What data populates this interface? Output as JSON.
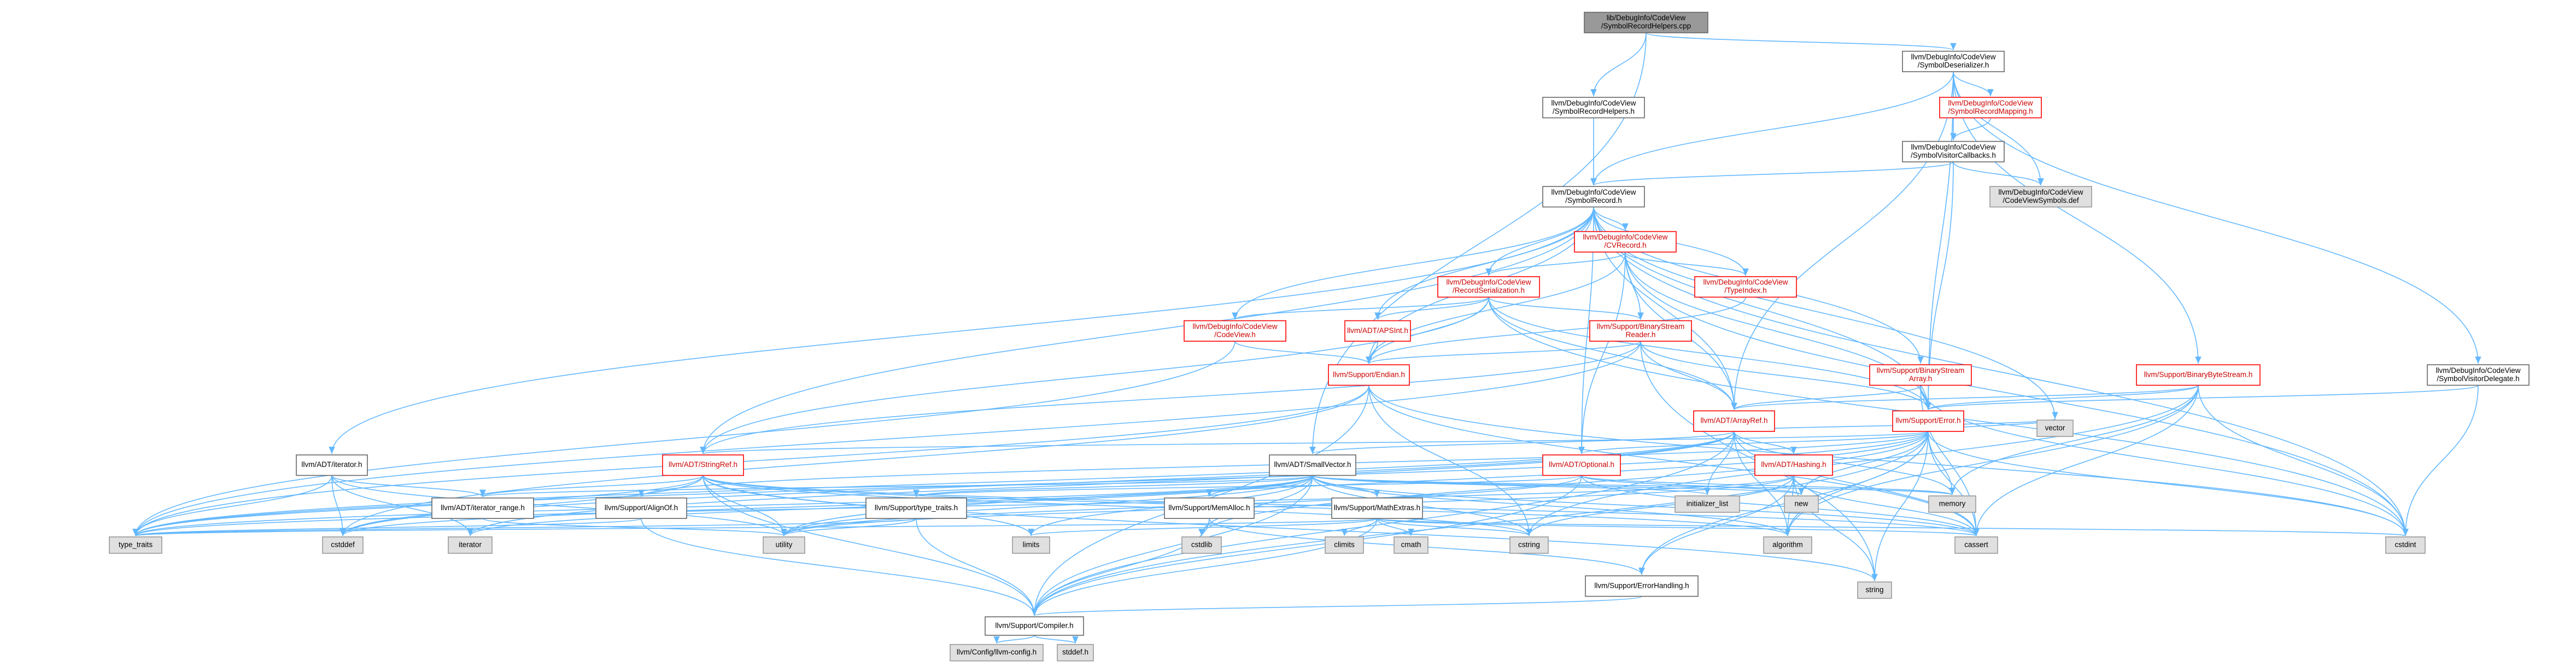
{
  "styles": {
    "focus": {
      "fill": "#999999",
      "stroke": "#666666",
      "text": "#000000"
    },
    "normal": {
      "fill": "#ffffff",
      "stroke": "#666666",
      "text": "#000000"
    },
    "truncated": {
      "fill": "#ffffff",
      "stroke": "#ff0000",
      "text": "#cc0000"
    },
    "external": {
      "fill": "#e0e0e0",
      "stroke": "#999999",
      "text": "#000000"
    },
    "edge_color": "#63b8ff"
  },
  "nodes": [
    {
      "id": "root",
      "lines": [
        "lib/DebugInfo/CodeView",
        "/SymbolRecordHelpers.cpp"
      ],
      "kind": "focus"
    },
    {
      "id": "deser",
      "lines": [
        "llvm/DebugInfo/CodeView",
        "/SymbolDeserializer.h"
      ],
      "kind": "normal"
    },
    {
      "id": "helpers",
      "lines": [
        "llvm/DebugInfo/CodeView",
        "/SymbolRecordHelpers.h"
      ],
      "kind": "normal"
    },
    {
      "id": "mapping",
      "lines": [
        "llvm/DebugInfo/CodeView",
        "/SymbolRecordMapping.h"
      ],
      "kind": "truncated"
    },
    {
      "id": "callbacks",
      "lines": [
        "llvm/DebugInfo/CodeView",
        "/SymbolVisitorCallbacks.h"
      ],
      "kind": "normal"
    },
    {
      "id": "cvsymdef",
      "lines": [
        "llvm/DebugInfo/CodeView",
        "/CodeViewSymbols.def"
      ],
      "kind": "external"
    },
    {
      "id": "symrec",
      "lines": [
        "llvm/DebugInfo/CodeView",
        "/SymbolRecord.h"
      ],
      "kind": "normal"
    },
    {
      "id": "cvrecord",
      "lines": [
        "llvm/DebugInfo/CodeView",
        "/CVRecord.h"
      ],
      "kind": "truncated"
    },
    {
      "id": "recser",
      "lines": [
        "llvm/DebugInfo/CodeView",
        "/RecordSerialization.h"
      ],
      "kind": "truncated"
    },
    {
      "id": "typeindex",
      "lines": [
        "llvm/DebugInfo/CodeView",
        "/TypeIndex.h"
      ],
      "kind": "truncated"
    },
    {
      "id": "codeview",
      "lines": [
        "llvm/DebugInfo/CodeView",
        "/CodeView.h"
      ],
      "kind": "truncated"
    },
    {
      "id": "apsint",
      "lines": [
        "llvm/ADT/APSInt.h"
      ],
      "kind": "truncated"
    },
    {
      "id": "bsreader",
      "lines": [
        "llvm/Support/BinaryStream",
        "Reader.h"
      ],
      "kind": "truncated"
    },
    {
      "id": "bsarray",
      "lines": [
        "llvm/Support/BinaryStream",
        "Array.h"
      ],
      "kind": "truncated"
    },
    {
      "id": "bytestream",
      "lines": [
        "llvm/Support/BinaryByteStream.h"
      ],
      "kind": "truncated"
    },
    {
      "id": "delegate",
      "lines": [
        "llvm/DebugInfo/CodeView",
        "/SymbolVisitorDelegate.h"
      ],
      "kind": "normal"
    },
    {
      "id": "endian",
      "lines": [
        "llvm/Support/Endian.h"
      ],
      "kind": "truncated"
    },
    {
      "id": "arrayref",
      "lines": [
        "llvm/ADT/ArrayRef.h"
      ],
      "kind": "truncated"
    },
    {
      "id": "error",
      "lines": [
        "llvm/Support/Error.h"
      ],
      "kind": "truncated"
    },
    {
      "id": "vector",
      "lines": [
        "vector"
      ],
      "kind": "external"
    },
    {
      "id": "iterator",
      "lines": [
        "llvm/ADT/iterator.h"
      ],
      "kind": "normal"
    },
    {
      "id": "stringref",
      "lines": [
        "llvm/ADT/StringRef.h"
      ],
      "kind": "truncated"
    },
    {
      "id": "smallvector",
      "lines": [
        "llvm/ADT/SmallVector.h"
      ],
      "kind": "normal"
    },
    {
      "id": "optional",
      "lines": [
        "llvm/ADT/Optional.h"
      ],
      "kind": "truncated"
    },
    {
      "id": "hashing",
      "lines": [
        "llvm/ADT/Hashing.h"
      ],
      "kind": "truncated"
    },
    {
      "id": "iterrange",
      "lines": [
        "llvm/ADT/iterator_range.h"
      ],
      "kind": "normal"
    },
    {
      "id": "alignof",
      "lines": [
        "llvm/Support/AlignOf.h"
      ],
      "kind": "normal"
    },
    {
      "id": "typetraits_h",
      "lines": [
        "llvm/Support/type_traits.h"
      ],
      "kind": "normal"
    },
    {
      "id": "memalloc",
      "lines": [
        "llvm/Support/MemAlloc.h"
      ],
      "kind": "normal"
    },
    {
      "id": "mathextras",
      "lines": [
        "llvm/Support/MathExtras.h"
      ],
      "kind": "normal"
    },
    {
      "id": "initlist",
      "lines": [
        "initializer_list"
      ],
      "kind": "external"
    },
    {
      "id": "new",
      "lines": [
        "new"
      ],
      "kind": "external"
    },
    {
      "id": "memory",
      "lines": [
        "memory"
      ],
      "kind": "external"
    },
    {
      "id": "type_traits",
      "lines": [
        "type_traits"
      ],
      "kind": "external"
    },
    {
      "id": "cstddef",
      "lines": [
        "cstddef"
      ],
      "kind": "external"
    },
    {
      "id": "iterator_std",
      "lines": [
        "iterator"
      ],
      "kind": "external"
    },
    {
      "id": "utility",
      "lines": [
        "utility"
      ],
      "kind": "external"
    },
    {
      "id": "limits",
      "lines": [
        "limits"
      ],
      "kind": "external"
    },
    {
      "id": "cstdlib",
      "lines": [
        "cstdlib"
      ],
      "kind": "external"
    },
    {
      "id": "climits",
      "lines": [
        "climits"
      ],
      "kind": "external"
    },
    {
      "id": "cmath",
      "lines": [
        "cmath"
      ],
      "kind": "external"
    },
    {
      "id": "cstring",
      "lines": [
        "cstring"
      ],
      "kind": "external"
    },
    {
      "id": "algorithm",
      "lines": [
        "algorithm"
      ],
      "kind": "external"
    },
    {
      "id": "cassert",
      "lines": [
        "cassert"
      ],
      "kind": "external"
    },
    {
      "id": "cstdint",
      "lines": [
        "cstdint"
      ],
      "kind": "external"
    },
    {
      "id": "errhandling",
      "lines": [
        "llvm/Support/ErrorHandling.h"
      ],
      "kind": "normal"
    },
    {
      "id": "string",
      "lines": [
        "string"
      ],
      "kind": "external"
    },
    {
      "id": "compiler",
      "lines": [
        "llvm/Support/Compiler.h"
      ],
      "kind": "normal"
    },
    {
      "id": "llvmconfig",
      "lines": [
        "llvm/Config/llvm-config.h"
      ],
      "kind": "external"
    },
    {
      "id": "stddef",
      "lines": [
        "stddef.h"
      ],
      "kind": "external"
    }
  ],
  "edges": [
    [
      "root",
      "deser"
    ],
    [
      "root",
      "helpers"
    ],
    [
      "root",
      "smallvector"
    ],
    [
      "deser",
      "mapping"
    ],
    [
      "deser",
      "callbacks"
    ],
    [
      "deser",
      "cvsymdef"
    ],
    [
      "deser",
      "symrec"
    ],
    [
      "deser",
      "arrayref"
    ],
    [
      "deser",
      "error"
    ],
    [
      "deser",
      "bytestream"
    ],
    [
      "deser",
      "delegate"
    ],
    [
      "helpers",
      "symrec"
    ],
    [
      "mapping",
      "callbacks"
    ],
    [
      "callbacks",
      "cvsymdef"
    ],
    [
      "callbacks",
      "symrec"
    ],
    [
      "callbacks",
      "error"
    ],
    [
      "symrec",
      "cvrecord"
    ],
    [
      "symrec",
      "recser"
    ],
    [
      "symrec",
      "typeindex"
    ],
    [
      "symrec",
      "codeview"
    ],
    [
      "symrec",
      "apsint"
    ],
    [
      "symrec",
      "bsarray"
    ],
    [
      "symrec",
      "endian"
    ],
    [
      "symrec",
      "arrayref"
    ],
    [
      "symrec",
      "iterator"
    ],
    [
      "symrec",
      "stringref"
    ],
    [
      "symrec",
      "optional"
    ],
    [
      "symrec",
      "vector"
    ],
    [
      "symrec",
      "cstdint"
    ],
    [
      "symrec",
      "error"
    ],
    [
      "cvrecord",
      "recser"
    ],
    [
      "cvrecord",
      "typeindex"
    ],
    [
      "cvrecord",
      "bsreader"
    ],
    [
      "cvrecord",
      "endian"
    ],
    [
      "cvrecord",
      "arrayref"
    ],
    [
      "cvrecord",
      "optional"
    ],
    [
      "cvrecord",
      "error"
    ],
    [
      "cvrecord",
      "cstdint"
    ],
    [
      "recser",
      "codeview"
    ],
    [
      "recser",
      "apsint"
    ],
    [
      "recser",
      "bsreader"
    ],
    [
      "recser",
      "endian"
    ],
    [
      "recser",
      "arrayref"
    ],
    [
      "recser",
      "stringref"
    ],
    [
      "recser",
      "error"
    ],
    [
      "recser",
      "cstdint"
    ],
    [
      "typeindex",
      "endian"
    ],
    [
      "typeindex",
      "cinttypes_stub"
    ],
    [
      "codeview",
      "endian"
    ],
    [
      "codeview",
      "type_traits"
    ],
    [
      "codeview",
      "cinttypes_stub"
    ],
    [
      "apsint",
      "endian"
    ],
    [
      "bsreader",
      "endian"
    ],
    [
      "bsreader",
      "arrayref"
    ],
    [
      "bsreader",
      "error"
    ],
    [
      "bsreader",
      "stringref"
    ],
    [
      "bsreader",
      "string"
    ],
    [
      "bsreader",
      "type_traits"
    ],
    [
      "bsarray",
      "arrayref"
    ],
    [
      "bsarray",
      "error"
    ],
    [
      "bsarray",
      "cassert"
    ],
    [
      "bsarray",
      "cstdint"
    ],
    [
      "bytestream",
      "arrayref"
    ],
    [
      "bytestream",
      "error"
    ],
    [
      "bytestream",
      "memory"
    ],
    [
      "bytestream",
      "cstring"
    ],
    [
      "bytestream",
      "cstdint"
    ],
    [
      "bytestream",
      "algorithm"
    ],
    [
      "bytestream",
      "cassert"
    ],
    [
      "delegate",
      "error"
    ],
    [
      "delegate",
      "cstdint"
    ],
    [
      "endian",
      "compiler"
    ],
    [
      "endian",
      "cassert"
    ],
    [
      "endian",
      "cstddef"
    ],
    [
      "endian",
      "cstdint"
    ],
    [
      "endian",
      "cstring"
    ],
    [
      "endian",
      "type_traits"
    ],
    [
      "arrayref",
      "hashing"
    ],
    [
      "arrayref",
      "smallvector"
    ],
    [
      "arrayref",
      "compiler"
    ],
    [
      "arrayref",
      "algorithm"
    ],
    [
      "arrayref",
      "array_stub"
    ],
    [
      "arrayref",
      "cassert"
    ],
    [
      "arrayref",
      "cstddef"
    ],
    [
      "arrayref",
      "initlist"
    ],
    [
      "arrayref",
      "iterator_std"
    ],
    [
      "arrayref",
      "memory"
    ],
    [
      "arrayref",
      "type_traits"
    ],
    [
      "arrayref",
      "vector"
    ],
    [
      "error",
      "stringref"
    ],
    [
      "error",
      "alignof"
    ],
    [
      "error",
      "compiler"
    ],
    [
      "error",
      "errhandling"
    ],
    [
      "error",
      "algorithm"
    ],
    [
      "error",
      "cassert"
    ],
    [
      "error",
      "cstdint"
    ],
    [
      "error",
      "cstdlib"
    ],
    [
      "error",
      "memory"
    ],
    [
      "error",
      "new"
    ],
    [
      "error",
      "string"
    ],
    [
      "error",
      "type_traits"
    ],
    [
      "error",
      "utility"
    ],
    [
      "error",
      "vector"
    ],
    [
      "error",
      "optional"
    ],
    [
      "iterator",
      "iterrange"
    ],
    [
      "iterator",
      "cstddef"
    ],
    [
      "iterator",
      "iterator_std"
    ],
    [
      "iterator",
      "type_traits"
    ],
    [
      "iterator",
      "utility"
    ],
    [
      "stringref",
      "iterrange"
    ],
    [
      "stringref",
      "compiler"
    ],
    [
      "stringref",
      "algorithm"
    ],
    [
      "stringref",
      "cassert"
    ],
    [
      "stringref",
      "cstddef"
    ],
    [
      "stringref",
      "cstring"
    ],
    [
      "stringref",
      "limits"
    ],
    [
      "stringref",
      "string"
    ],
    [
      "stringref",
      "type_traits"
    ],
    [
      "stringref",
      "utility"
    ],
    [
      "smallvector",
      "compiler"
    ],
    [
      "smallvector",
      "memalloc"
    ],
    [
      "smallvector",
      "typetraits_h"
    ],
    [
      "smallvector",
      "mathextras"
    ],
    [
      "smallvector",
      "algorithm"
    ],
    [
      "smallvector",
      "cassert"
    ],
    [
      "smallvector",
      "cstddef"
    ],
    [
      "smallvector",
      "cstdlib"
    ],
    [
      "smallvector",
      "cstring"
    ],
    [
      "smallvector",
      "initlist"
    ],
    [
      "smallvector",
      "iterator_std"
    ],
    [
      "smallvector",
      "limits"
    ],
    [
      "smallvector",
      "memory"
    ],
    [
      "smallvector",
      "new"
    ],
    [
      "smallvector",
      "type_traits"
    ],
    [
      "smallvector",
      "utility"
    ],
    [
      "smallvector",
      "iterrange"
    ],
    [
      "optional",
      "compiler"
    ],
    [
      "optional",
      "typetraits_h"
    ],
    [
      "optional",
      "cassert"
    ],
    [
      "optional",
      "new"
    ],
    [
      "optional",
      "utility"
    ],
    [
      "optional",
      "memory"
    ],
    [
      "hashing",
      "errhandling"
    ],
    [
      "hashing",
      "algorithm"
    ],
    [
      "hashing",
      "cassert"
    ],
    [
      "hashing",
      "cstring"
    ],
    [
      "hashing",
      "string"
    ],
    [
      "hashing",
      "type_traits"
    ],
    [
      "hashing",
      "utility"
    ],
    [
      "iterrange",
      "utility"
    ],
    [
      "alignof",
      "type_traits"
    ],
    [
      "alignof",
      "compiler"
    ],
    [
      "typetraits_h",
      "compiler"
    ],
    [
      "typetraits_h",
      "type_traits"
    ],
    [
      "typetraits_h",
      "utility"
    ],
    [
      "memalloc",
      "compiler"
    ],
    [
      "memalloc",
      "errhandling"
    ],
    [
      "memalloc",
      "cstdlib"
    ],
    [
      "mathextras",
      "compiler"
    ],
    [
      "mathextras",
      "cassert"
    ],
    [
      "mathextras",
      "climits"
    ],
    [
      "mathextras",
      "cmath"
    ],
    [
      "mathextras",
      "cstdint"
    ],
    [
      "mathextras",
      "cstring"
    ],
    [
      "mathextras",
      "limits"
    ],
    [
      "mathextras",
      "type_traits"
    ],
    [
      "errhandling",
      "compiler"
    ],
    [
      "compiler",
      "llvmconfig"
    ],
    [
      "compiler",
      "stddef"
    ]
  ]
}
